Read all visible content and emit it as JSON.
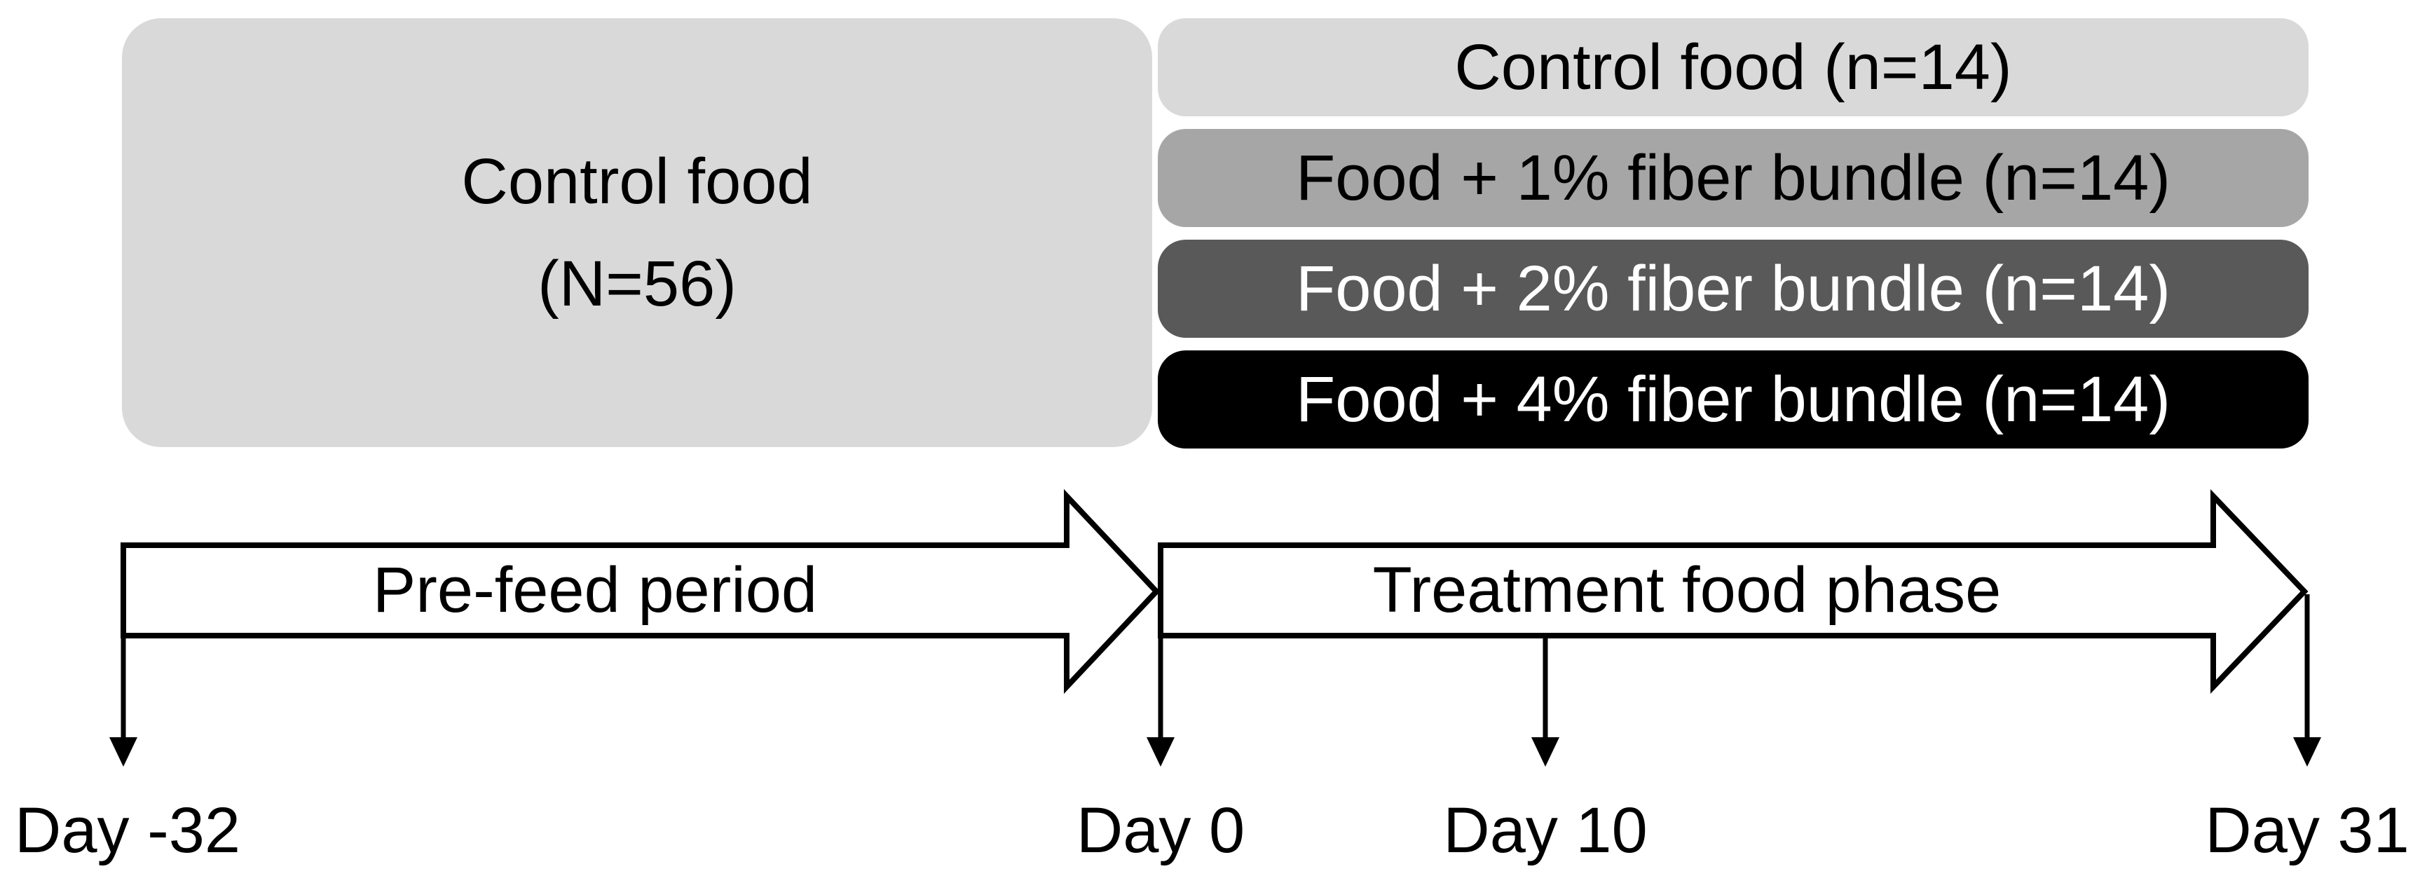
{
  "figure": {
    "allocation_box": {
      "line1": "Control food",
      "line2": "(N=56)"
    },
    "treatment_arms": [
      {
        "label": "Control food (n=14)",
        "fill": "#d9d9d9",
        "text_color": "#000000"
      },
      {
        "label": "Food + 1% fiber bundle (n=14)",
        "fill": "#a6a6a6",
        "text_color": "#000000"
      },
      {
        "label": "Food + 2% fiber bundle (n=14)",
        "fill": "#595959",
        "text_color": "#ffffff"
      },
      {
        "label": "Food + 4% fiber bundle (n=14)",
        "fill": "#000000",
        "text_color": "#ffffff"
      }
    ],
    "phases": [
      {
        "label": "Pre-feed period"
      },
      {
        "label": "Treatment food phase"
      }
    ],
    "timeline_days": [
      {
        "label": "Day -32"
      },
      {
        "label": "Day 0"
      },
      {
        "label": "Day 10"
      },
      {
        "label": "Day 31"
      }
    ],
    "colors": {
      "background": "#ffffff",
      "light_gray": "#d9d9d9",
      "medium_gray": "#a6a6a6",
      "dark_gray": "#595959",
      "black": "#000000",
      "arrow_fill": "#ffffff",
      "arrow_outline": "#000000"
    }
  }
}
